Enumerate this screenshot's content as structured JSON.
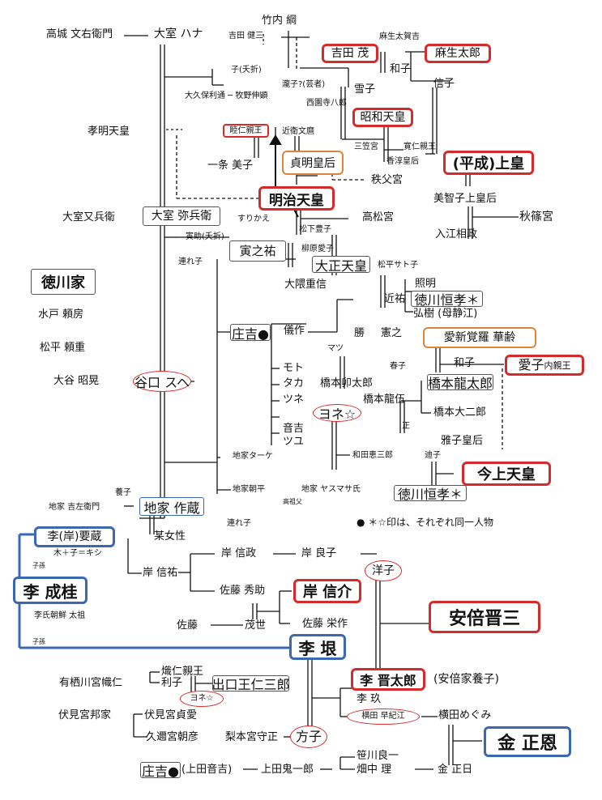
{
  "people": {
    "takagi": "高城 文右衛門",
    "omuro_hana": "大室 ハナ",
    "takeuchi": "竹内 綱",
    "yoshida_kenzo": "吉田 健三",
    "yoshida_shigeru": "吉田 茂",
    "aso_takakichi": "麻生太賀吉",
    "aso_taro": "麻生太郎",
    "kazuko": "和子",
    "nobuko": "信子",
    "ko_tenset": "子(夭折)",
    "setsuko": "瀧子?(芸者)",
    "okubo": "大久保利通",
    "makino": "牧野伸顕",
    "yukiko": "雪子",
    "saionji": "西園寺八郎",
    "showa": "昭和天皇",
    "komei": "孝明天皇",
    "mutsuhito": "睦仁親王",
    "konoe": "近衛文麿",
    "mikasa": "三笠宮",
    "tomohito": "寛仁親王",
    "kagako": "香淳皇后",
    "heisei": "(平成)上皇",
    "ichijo": "一条 美子",
    "teimei": "貞明皇后",
    "chichibu": "秩父宮",
    "meiji": "明治天皇",
    "michiko": "美智子上皇后",
    "akishino": "秋篠宮",
    "irie": "入江相政",
    "omuro_matabe": "大室又兵衛",
    "omuro_yahei": "大室 弥兵衛",
    "surikae": "すりかえ",
    "takamatsu": "高松宮",
    "matsushita": "松下豊子",
    "torahiko": "寅助(夭折)",
    "toranosuke": "寅之祐",
    "yanagihara": "柳原愛子",
    "taisho": "大正天皇",
    "tsurego1": "連れ子",
    "okuma": "大隈重信",
    "matsudaira_sato": "松平サト子",
    "tokugawa_ke": "徳川家",
    "mito": "水戸 頼房",
    "matsudaira_yorishige": "松平 頼重",
    "ootani": "大谷 昭晃",
    "taniguchi": "谷口 スヘ",
    "chikahiro": "近祐",
    "teruaki": "照明",
    "tokugawa_tsunetaka": "徳川恒孝＊",
    "hiroki": "弘樹 (母静江)",
    "shokichi": "庄吉●",
    "gisaku": "儀作",
    "masaru": "勝",
    "noriyuki": "憲之",
    "aishinkakura": "愛新覚羅 華齢",
    "matsu": "マツ",
    "haruko": "春子",
    "kazuko2": "和子",
    "aiko": "愛子",
    "naishinno": "内親王",
    "moto": "モト",
    "taka": "タカ",
    "hashimoto_utaro": "橋本卯太郎",
    "hashimoto_ryutaro": "橋本龍太郎",
    "tsune": "ツネ",
    "hashimoto_ryugo": "橋本龍伍",
    "yone": "ヨネ☆",
    "hashimoto_daijiro": "橋本大二郎",
    "sho": "正",
    "otokichi": "音吉",
    "tsuyu": "ツユ",
    "masako": "雅子皇后",
    "wada": "和田恵三郎",
    "michiko2": "迪子",
    "kinjo": "今上天皇",
    "jige_take": "地家ターケ",
    "jige_asahei": "地家朝平",
    "jige_yasumasa": "地家 ヤスマサ氏",
    "takaso": "高祖父",
    "tokugawa_tsunetaka2": "徳川恒孝＊",
    "yoshiko": "養子",
    "jige_kichizaemon": "地家 吉左衛門",
    "jige_sakuzo": "地家 作蔵",
    "tsurego2": "連れ子",
    "ri_yozo": "李(岸)要蔵",
    "kimoko": "木＋子＝キシ",
    "shison1": "子孫",
    "bojosei": "某女性",
    "kishi_nobusuke_f": "岸 信祐",
    "kishi_nobumasa": "岸 信政",
    "kishi_ryoko": "岸 良子",
    "yoko": "洋子",
    "ri_seikei": "李 成桂",
    "sato_hidesuke": "佐藤 秀助",
    "kishi_nobusuke": "岸 信介",
    "abe": "安倍晋三",
    "richo": "李氏朝鮮 太祖",
    "sato": "佐藤",
    "moyo": "茂世",
    "sato_eisaku": "佐藤 栄作",
    "shison2": "子孫",
    "ri_gin": "李 垠",
    "taruhito": "熾仁親王",
    "arisugawa": "有栖川宮幟仁",
    "riko": "利子",
    "deguchi": "出口王仁三郎",
    "yone2": "ヨネ☆",
    "ri_shintaro": "李 晋太郎",
    "abe_yoshi": "(安倍家養子)",
    "ri_kyu": "李 玖",
    "fushimi_ke": "伏見宮邦家",
    "fushimi_sada": "伏見宮貞愛",
    "yokota_sakie": "横田 早紀江",
    "yokota_megumi": "横田めぐみ",
    "kuninomiya": "久邇宮朝彦",
    "nashimoto": "梨本宮守正",
    "masako2": "方子",
    "kim": "金 正恩",
    "sasakawa": "笹川良一",
    "shokichi2": "庄吉●",
    "ueda_otokichi": "(上田音吉)",
    "ueda_onisaburo": "上田鬼一郎",
    "hatanaka": "畑中 理",
    "kim_jongil": "金 正日"
  },
  "legend": "● ＊☆印は、それぞれ同一人物"
}
